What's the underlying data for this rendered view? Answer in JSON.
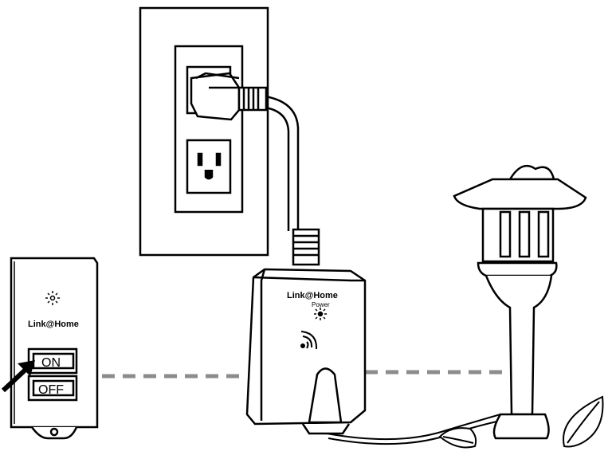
{
  "remote": {
    "brand": "Link@Home",
    "on_label": "ON",
    "off_label": "OFF"
  },
  "receiver": {
    "brand": "Link@Home",
    "power_label": "Power"
  },
  "colors": {
    "stroke": "#000000",
    "signal_dash": "#8c8c8c",
    "background": "#ffffff"
  },
  "icons": [
    "light-indicator-icon",
    "wifi-signal-icon",
    "pointing-arrow-icon",
    "leaf-icon"
  ]
}
